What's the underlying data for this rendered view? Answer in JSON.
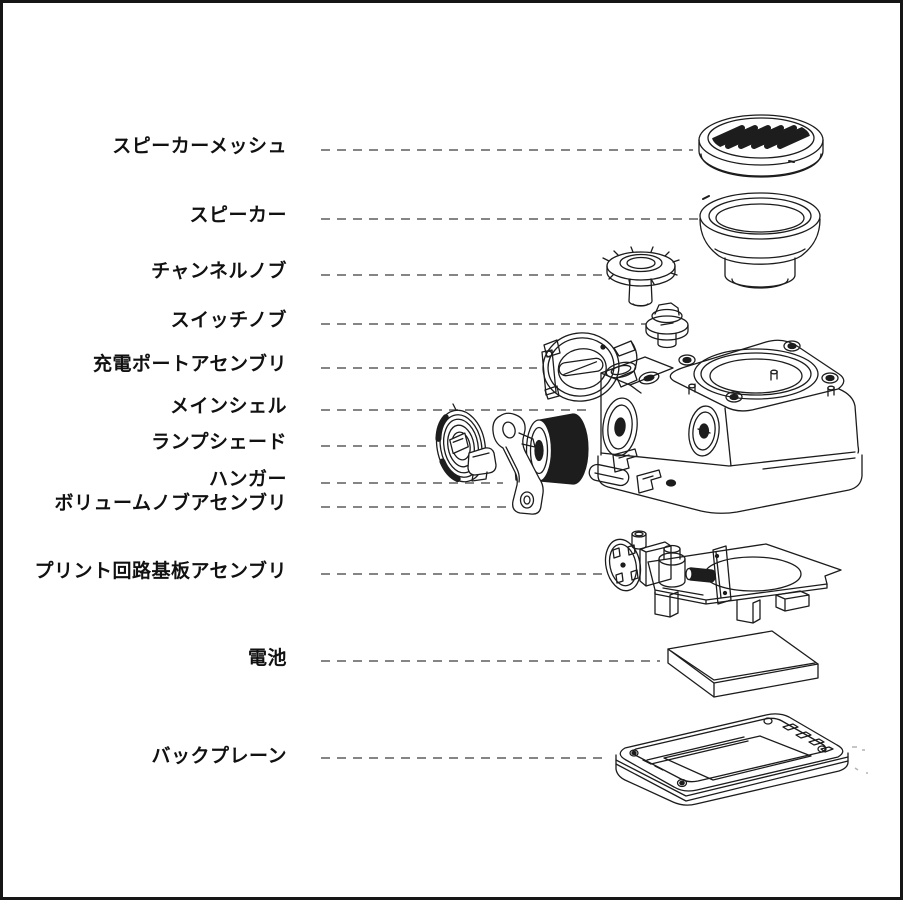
{
  "diagram": {
    "kind": "exploded-view parts diagram",
    "labels": [
      {
        "id": "speaker-mesh",
        "text": "スピーカーメッシュ"
      },
      {
        "id": "speaker",
        "text": "スピーカー"
      },
      {
        "id": "channel-knob",
        "text": "チャンネルノブ"
      },
      {
        "id": "switch-knob",
        "text": "スイッチノブ"
      },
      {
        "id": "charge-port-assembly",
        "text": "充電ポートアセンブリ"
      },
      {
        "id": "main-shell",
        "text": "メインシェル"
      },
      {
        "id": "lamp-shade",
        "text": "ランプシェード"
      },
      {
        "id": "hanger",
        "text": "ハンガー"
      },
      {
        "id": "volume-knob-assembly",
        "text": "ボリュームノブアセンブリ"
      },
      {
        "id": "pcb-assembly",
        "text": "プリント回路基板アセンブリ"
      },
      {
        "id": "battery",
        "text": "電池"
      },
      {
        "id": "backplane",
        "text": "バックプレーン"
      }
    ],
    "colors": {
      "background": "#ffffff",
      "frame_border": "#161616",
      "line_art": "#1c1c1c",
      "dark_fill": "#1d1d1d",
      "leader_line": "#858585",
      "label_text": "#111111"
    }
  }
}
